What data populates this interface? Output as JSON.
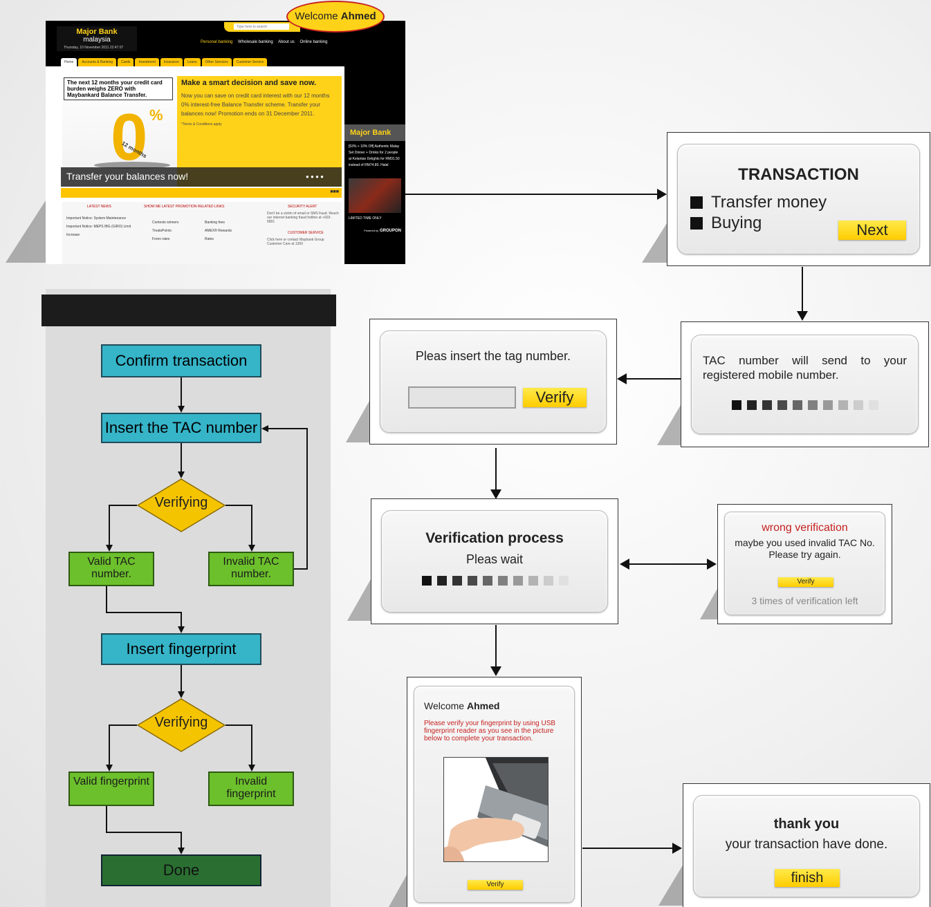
{
  "website": {
    "logo_line1": "Major Bank",
    "logo_line2": "malaysia",
    "date": "Thursday, 10 November 2011 22:47:07",
    "search_placeholder": "Type here to search",
    "welcome_prefix": "Welcome ",
    "welcome_name": "Ahmed",
    "topnav": [
      "Personal banking",
      "Wholesale banking",
      "About us",
      "Online banking"
    ],
    "tabs": [
      "Home",
      "Accounts & Banking",
      "Cards",
      "Investment",
      "Insurance",
      "Loans",
      "Other Services",
      "Customer Service"
    ],
    "promo_box": "The next 12 months your credit card burden weighs ZERO with Maybankard Balance Transfer.",
    "promo_zero": "0",
    "promo_pct": "%",
    "promo_months": "12 months",
    "promo_heading": "Make a smart decision and save now.",
    "promo_text": "Now you can save on credit card interest with our 12 months 0% interest-free Balance Transfer scheme. Transfer your balances now! Promotion ends on 31 December 2011.",
    "promo_terms": "*Terms & Conditions apply",
    "banner_text": "Transfer your balances now!",
    "latest_news_title": "LATEST NEWS",
    "news_items": [
      "Important Notice: System Maintenance",
      "Important Notice: MEPS IBG (GIRO) Limit Increase"
    ],
    "show_me_tabs": "SHOW ME     LATEST PROMOTION     RELATED LINKS",
    "show_me_items": [
      "Contests winners",
      "Banking fees",
      "TreatsPoints",
      "AMEX® Rewards",
      "Forex rates",
      "Rates"
    ],
    "security_title": "SECURITY ALERT",
    "security_text": "Don't be a victim of email or SMS fraud. Reach our internet banking fraud hotline at +603-5891",
    "customer_service_title": "CUSTOMER SERVICE",
    "customer_service_text": "Click here or contact Maybank Group Customer Care at 1300",
    "side_title": "Major Bank",
    "side_text": "[53% + 10% Off] Authentic Malay Set Dinner + Drinks for 2 people at Kelantan Delights for RM31.50 instead of RM74.80. Halal",
    "side_limited": "LIMITED TIME ONLY",
    "side_powered": "Powered by",
    "side_groupon": "GROUPON"
  },
  "transaction_screen": {
    "title": "TRANSACTION",
    "options": [
      "Transfer money",
      "Buying"
    ],
    "next_label": "Next"
  },
  "tac_screen": {
    "message": "TAC number will send to your registered mobile number."
  },
  "tag_screen": {
    "prompt": "Pleas insert the tag number.",
    "input_value": "",
    "verify_label": "Verify"
  },
  "verification_screen": {
    "title": "Verification process",
    "subtitle": "Pleas wait"
  },
  "wrong_screen": {
    "title": "wrong verification",
    "message": "maybe you used invalid TAC No. Please try again.",
    "verify_label": "Verify",
    "attempts_left": "3 times of verification left"
  },
  "fingerprint_screen": {
    "welcome_prefix": "Welcome ",
    "welcome_name": "Ahmed",
    "instruction": "Please verify your fingerprint by using USB fingerprint reader as you see in the picture below to complete your transaction.",
    "verify_label": "Verify"
  },
  "thankyou_screen": {
    "title": "thank you",
    "message": "your transaction have done.",
    "finish_label": "finish"
  },
  "flowchart": {
    "confirm": "Confirm transaction",
    "insert_tac": "Insert the TAC number",
    "verifying_1": "Verifying",
    "valid_tac": "Valid TAC number.",
    "invalid_tac": "Invalid TAC number.",
    "insert_fingerprint": "Insert fingerprint",
    "verifying_2": "Verifying",
    "valid_fp": "Valid fingerprint",
    "invalid_fp": "Invalid fingerprint",
    "done": "Done"
  },
  "colors": {
    "accent_yellow": "#ffcc00",
    "flow_blue": "#36b4c8",
    "flow_green": "#6cc02c",
    "flow_done": "#2a6f31",
    "diamond": "#f5c400",
    "error_red": "#c62020"
  }
}
